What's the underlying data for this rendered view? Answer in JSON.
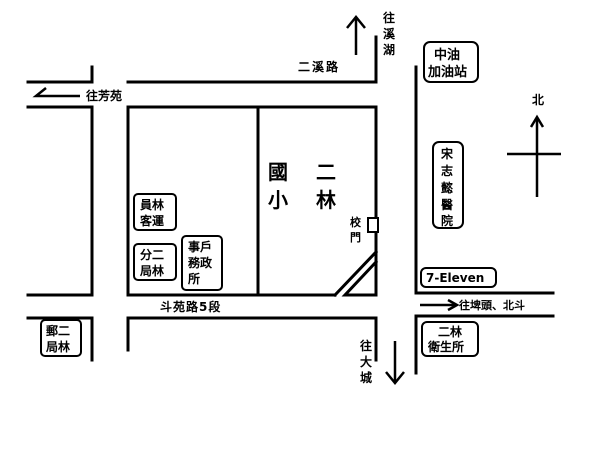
{
  "roads": {
    "erxi_road": "二溪路",
    "to_fangyuan": "往芳苑",
    "douyuan_road": "斗苑路5段"
  },
  "directions": {
    "to_xihu": [
      "往",
      "溪",
      "湖"
    ],
    "to_dacheng": [
      "往",
      "大",
      "城"
    ],
    "to_pitou_beidou": "往埤頭、北斗",
    "north": "北"
  },
  "school": {
    "line1_a": "國",
    "line1_b": "二",
    "line2_a": "小",
    "line2_b": "林",
    "gate": [
      "校",
      "門"
    ]
  },
  "places": {
    "gas_station": [
      "中油",
      "加油站"
    ],
    "hospital": [
      "宋",
      "志",
      "懿",
      "醫",
      "院"
    ],
    "seven_eleven": "7-Eleven",
    "health_center": [
      "二林",
      "衛生所"
    ],
    "post_office": [
      "郵二",
      "局林"
    ],
    "yuanlin_transport": [
      "員林",
      "客運"
    ],
    "branch_office": [
      "分二",
      "局林"
    ],
    "household_office": [
      "事戶",
      "務政",
      "所"
    ]
  }
}
